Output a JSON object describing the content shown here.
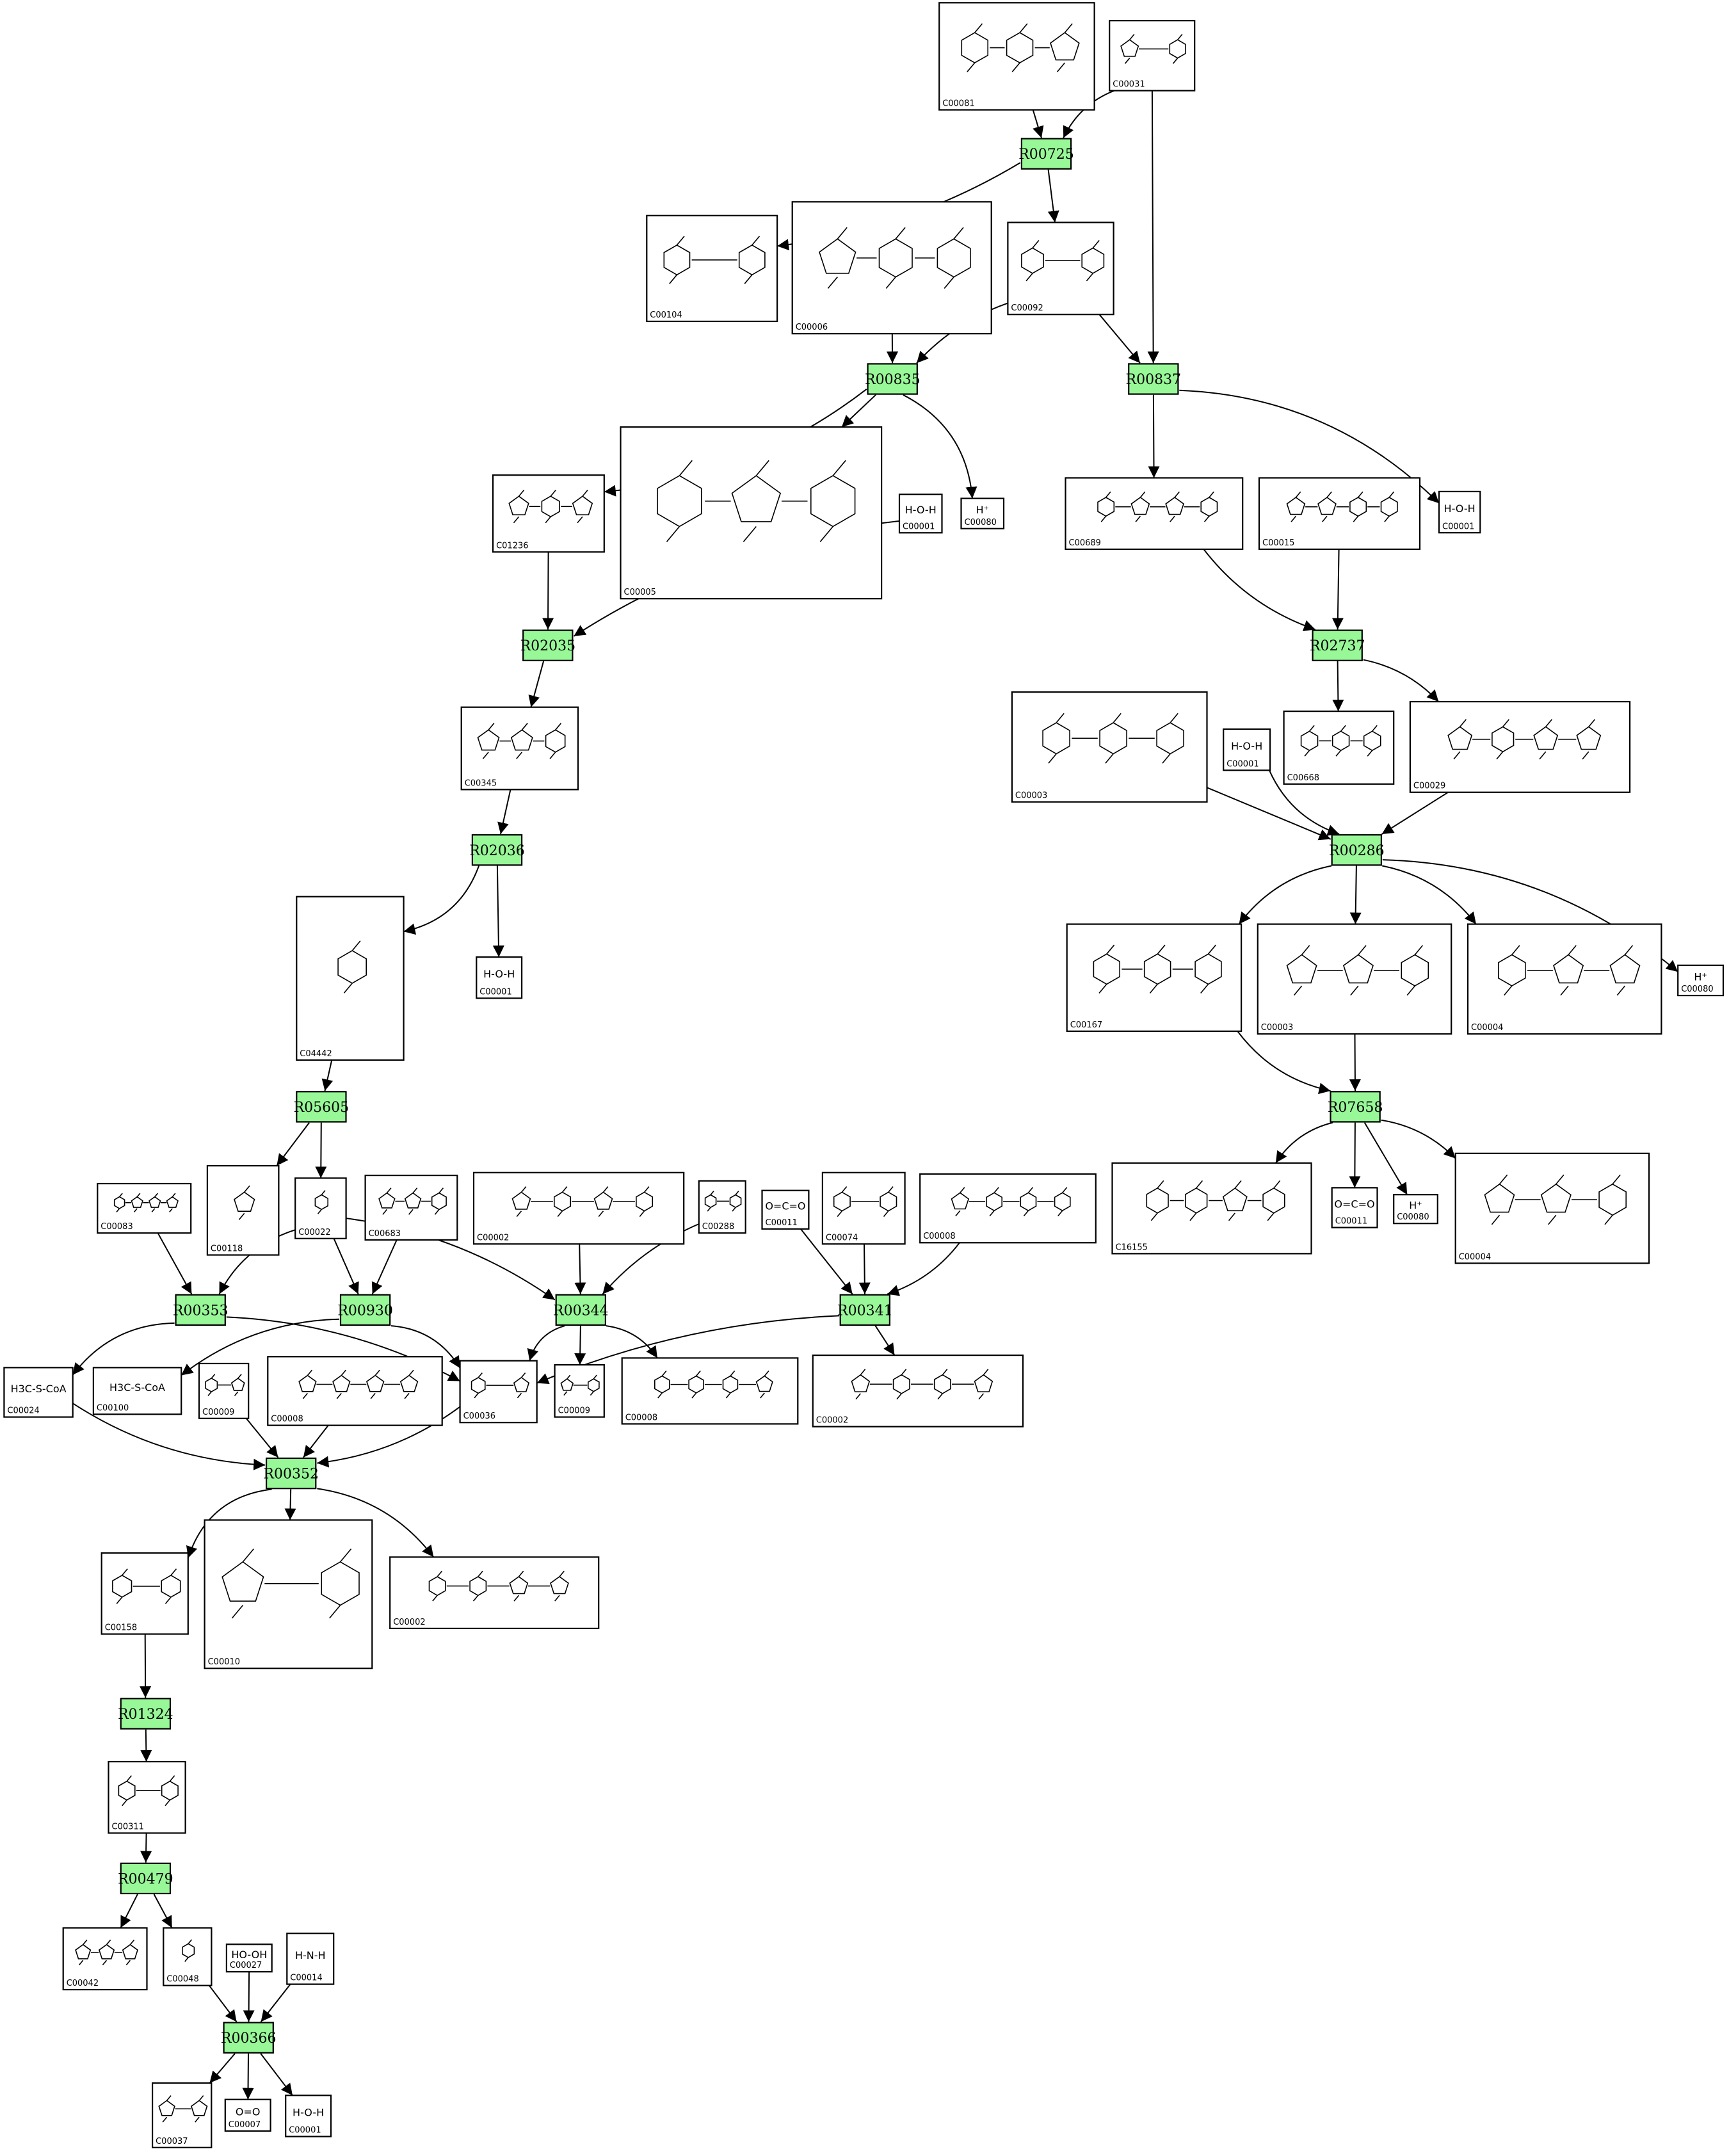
{
  "reactions": [
    "R00725",
    "R00835",
    "R00837",
    "R02035",
    "R02737",
    "R02036",
    "R00286",
    "R05605",
    "R07658",
    "R00353",
    "R00930",
    "R00344",
    "R00341",
    "R00352",
    "R01324",
    "R00479",
    "R00366"
  ],
  "compounds": [
    {
      "id": "C00081",
      "formula": ""
    },
    {
      "id": "C00031",
      "formula": ""
    },
    {
      "id": "C00104",
      "formula": ""
    },
    {
      "id": "C00006",
      "formula": ""
    },
    {
      "id": "C00092",
      "formula": ""
    },
    {
      "id": "C01236",
      "formula": ""
    },
    {
      "id": "C00005",
      "formula": ""
    },
    {
      "id": "C00001a",
      "label": "C00001",
      "formula": "H-O-H"
    },
    {
      "id": "C00080a",
      "label": "C00080",
      "formula": "H⁺"
    },
    {
      "id": "C00689",
      "formula": ""
    },
    {
      "id": "C00015",
      "formula": ""
    },
    {
      "id": "C00001b",
      "label": "C00001",
      "formula": "H-O-H"
    },
    {
      "id": "C00345",
      "formula": ""
    },
    {
      "id": "C00003a",
      "label": "C00003",
      "formula": ""
    },
    {
      "id": "C00001c",
      "label": "C00001",
      "formula": "H-O-H"
    },
    {
      "id": "C00668",
      "formula": ""
    },
    {
      "id": "C00029",
      "formula": ""
    },
    {
      "id": "C04442",
      "formula": ""
    },
    {
      "id": "C00001d",
      "label": "C00001",
      "formula": "H-O-H"
    },
    {
      "id": "C00167",
      "formula": ""
    },
    {
      "id": "C00003b",
      "label": "C00003",
      "formula": ""
    },
    {
      "id": "C00004a",
      "label": "C00004",
      "formula": ""
    },
    {
      "id": "C00080b",
      "label": "C00080",
      "formula": "H⁺"
    },
    {
      "id": "C00083",
      "formula": ""
    },
    {
      "id": "C00118",
      "formula": ""
    },
    {
      "id": "C00022",
      "formula": ""
    },
    {
      "id": "C00683",
      "formula": ""
    },
    {
      "id": "C00002a",
      "label": "C00002",
      "formula": ""
    },
    {
      "id": "C00288",
      "formula": ""
    },
    {
      "id": "C00011a",
      "label": "C00011",
      "formula": "O=C=O"
    },
    {
      "id": "C00074",
      "formula": ""
    },
    {
      "id": "C00008a",
      "label": "C00008",
      "formula": ""
    },
    {
      "id": "C16155",
      "formula": ""
    },
    {
      "id": "C00011b",
      "label": "C00011",
      "formula": "O=C=O"
    },
    {
      "id": "C00080c",
      "label": "C00080",
      "formula": "H⁺"
    },
    {
      "id": "C00004b",
      "label": "C00004",
      "formula": ""
    },
    {
      "id": "C00024",
      "formula": "H3C-S-CoA"
    },
    {
      "id": "C00100",
      "formula": "H3C-S-CoA"
    },
    {
      "id": "C00009a",
      "label": "C00009",
      "formula": ""
    },
    {
      "id": "C00008b",
      "label": "C00008",
      "formula": ""
    },
    {
      "id": "C00036",
      "formula": ""
    },
    {
      "id": "C00009b",
      "label": "C00009",
      "formula": ""
    },
    {
      "id": "C00008c",
      "label": "C00008",
      "formula": ""
    },
    {
      "id": "C00002b",
      "label": "C00002",
      "formula": ""
    },
    {
      "id": "C00158",
      "formula": ""
    },
    {
      "id": "C00010",
      "formula": ""
    },
    {
      "id": "C00002c",
      "label": "C00002",
      "formula": ""
    },
    {
      "id": "C00311",
      "formula": ""
    },
    {
      "id": "C00042",
      "formula": ""
    },
    {
      "id": "C00048",
      "formula": ""
    },
    {
      "id": "C00027",
      "formula": "HO-OH"
    },
    {
      "id": "C00014",
      "formula": "H-N-H"
    },
    {
      "id": "C00037",
      "formula": ""
    },
    {
      "id": "C00007",
      "formula": "O=O"
    },
    {
      "id": "C00001e",
      "label": "C00001",
      "formula": "H-O-H"
    }
  ]
}
